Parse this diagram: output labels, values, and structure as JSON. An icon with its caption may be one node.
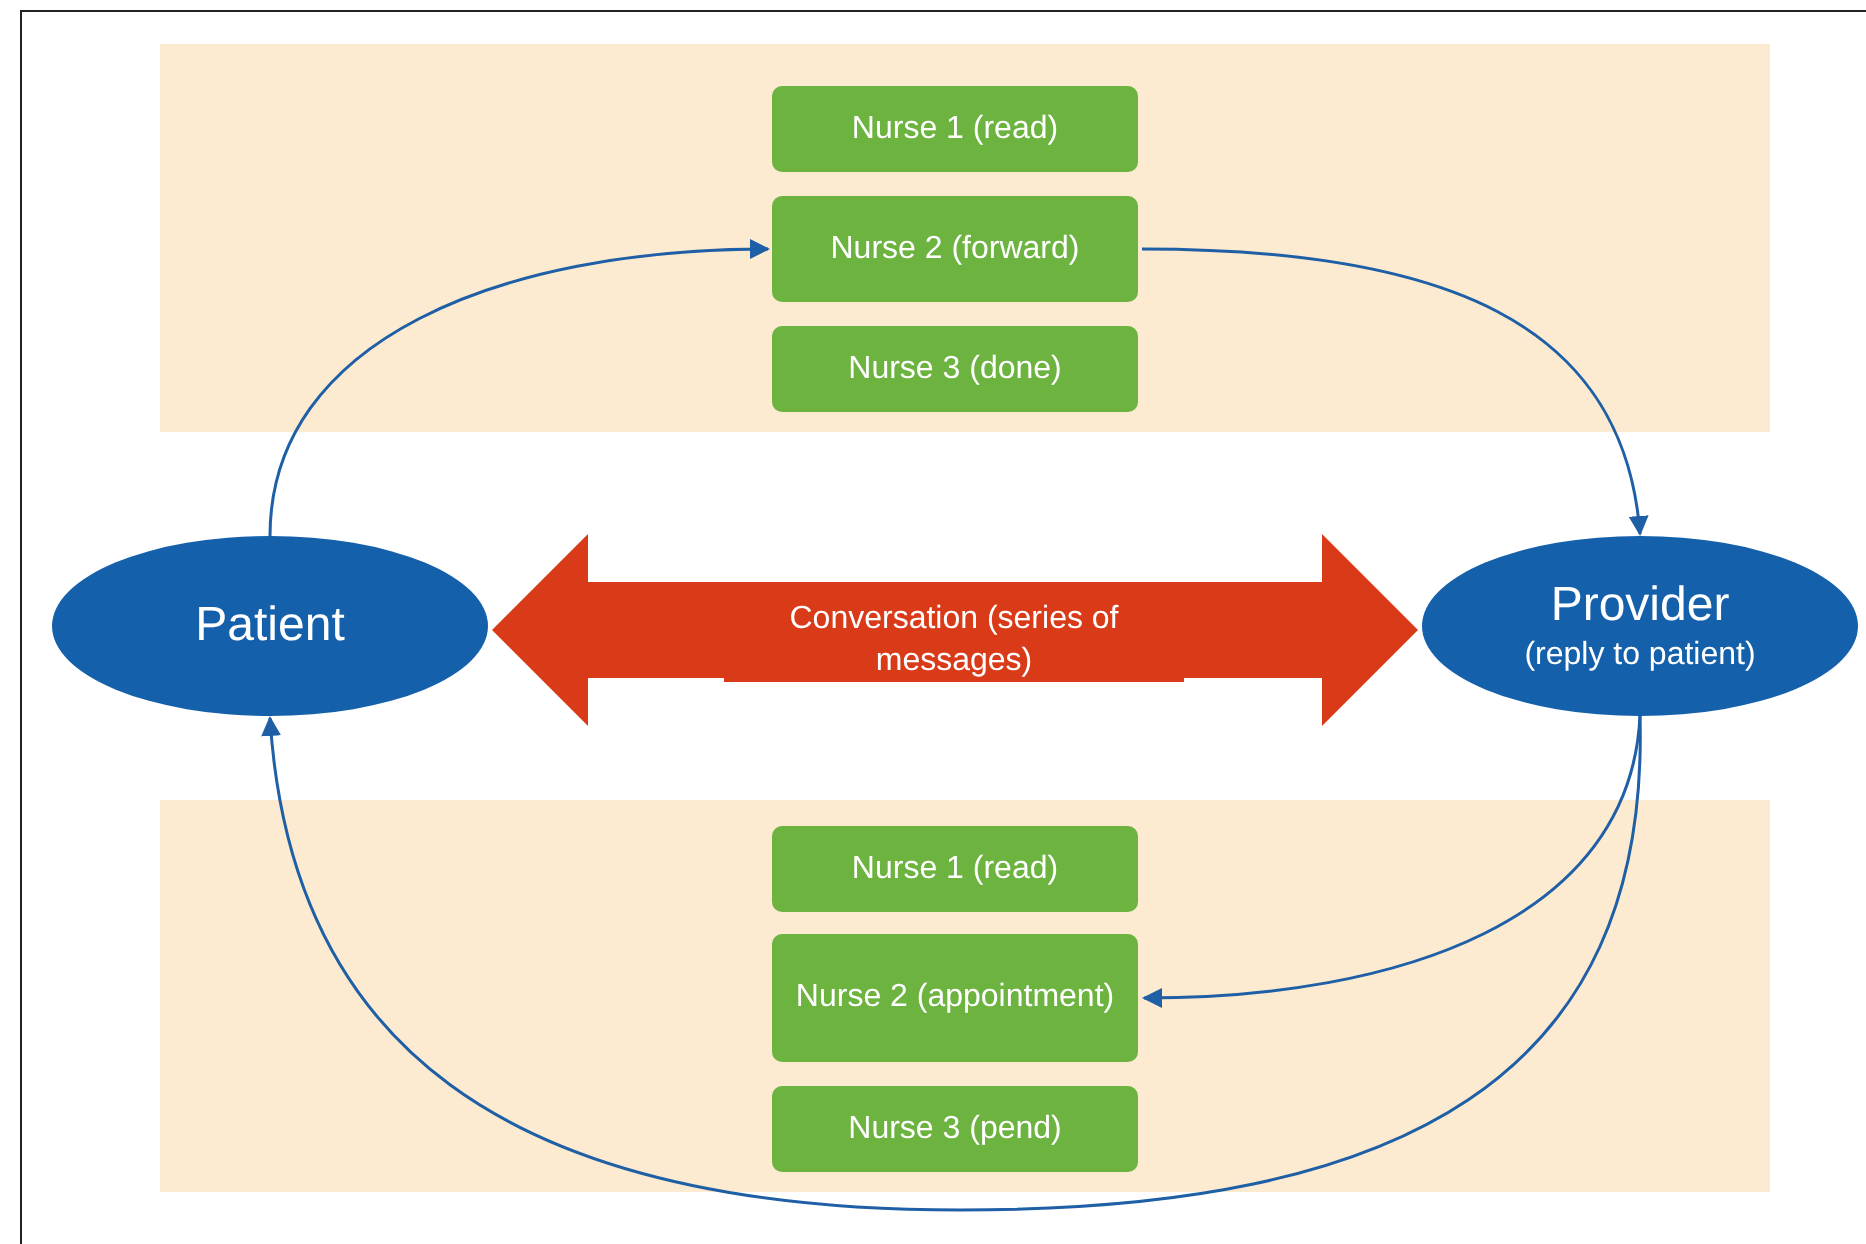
{
  "diagram": {
    "nodes": [
      {
        "text": [],
        "shape": "box"
      },
      {
        "text": [
          "Nurse 1 (read)"
        ],
        "in": 0
      },
      {
        "text": [
          "Nurse 2 (forward)"
        ],
        "in": 0
      },
      {
        "text": [
          "Nurse 3 (done)"
        ],
        "in": 0
      },
      {
        "text": [
          "Patient"
        ]
      },
      {
        "text": [
          "Provider",
          "(reply to patient)"
        ]
      },
      {
        "text": [],
        "shape": "box"
      },
      {
        "text": [
          "Nurse 1 (read)"
        ],
        "in": 6
      },
      {
        "text": [
          "Nurse 2 (appointment)"
        ],
        "in": 6
      },
      {
        "text": [
          "Nurse 3 (pend)"
        ],
        "in": 6
      }
    ],
    "edges": [
      {
        "from": 4,
        "to": 2,
        "arrow": "to"
      },
      {
        "from": 2,
        "to": 5,
        "arrow": "to"
      },
      {
        "from": 5,
        "to": 8,
        "arrow": "to"
      },
      {
        "from": 5,
        "to": 4,
        "arrow": "to"
      },
      {
        "from": 4,
        "to": 5,
        "arrow": "both",
        "label": "Conversation (series of messages)",
        "style": "thick",
        "color": "#d93a18"
      }
    ]
  }
}
